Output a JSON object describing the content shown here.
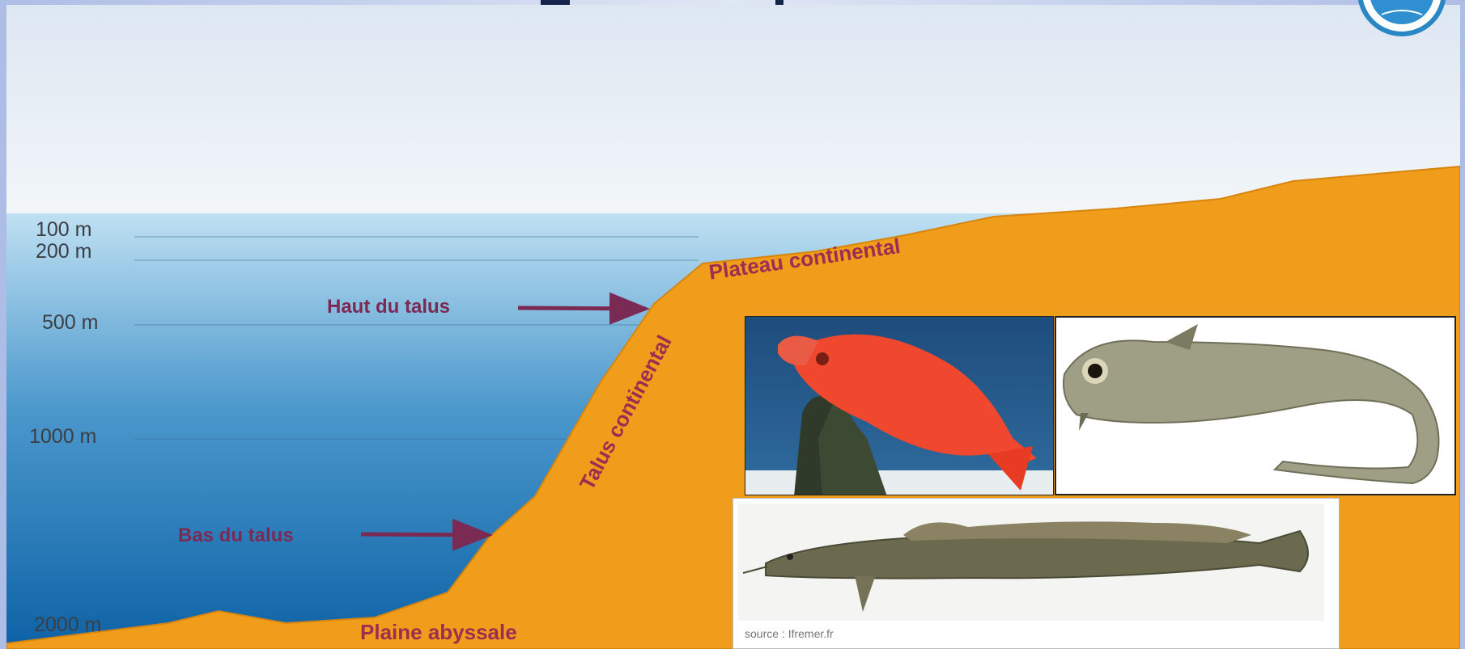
{
  "depth_axis": {
    "labels": [
      "100 m",
      "200 m",
      "500 m",
      "1000 m",
      "2000 m"
    ]
  },
  "zones": {
    "plateau": "Plateau continental",
    "talus": "Talus continental",
    "plaine": "Plaine abyssale",
    "haut_talus": "Haut du talus",
    "bas_talus": "Bas du talus"
  },
  "photos": {
    "source": "source : Ifremer.fr"
  },
  "colors": {
    "seabed": "#f09d1b",
    "sea_top": "#bcdcef",
    "sea_bottom": "#1368ab",
    "arrow": "#7b2a54"
  },
  "icons": {
    "logo": "circular-emblem-icon"
  }
}
